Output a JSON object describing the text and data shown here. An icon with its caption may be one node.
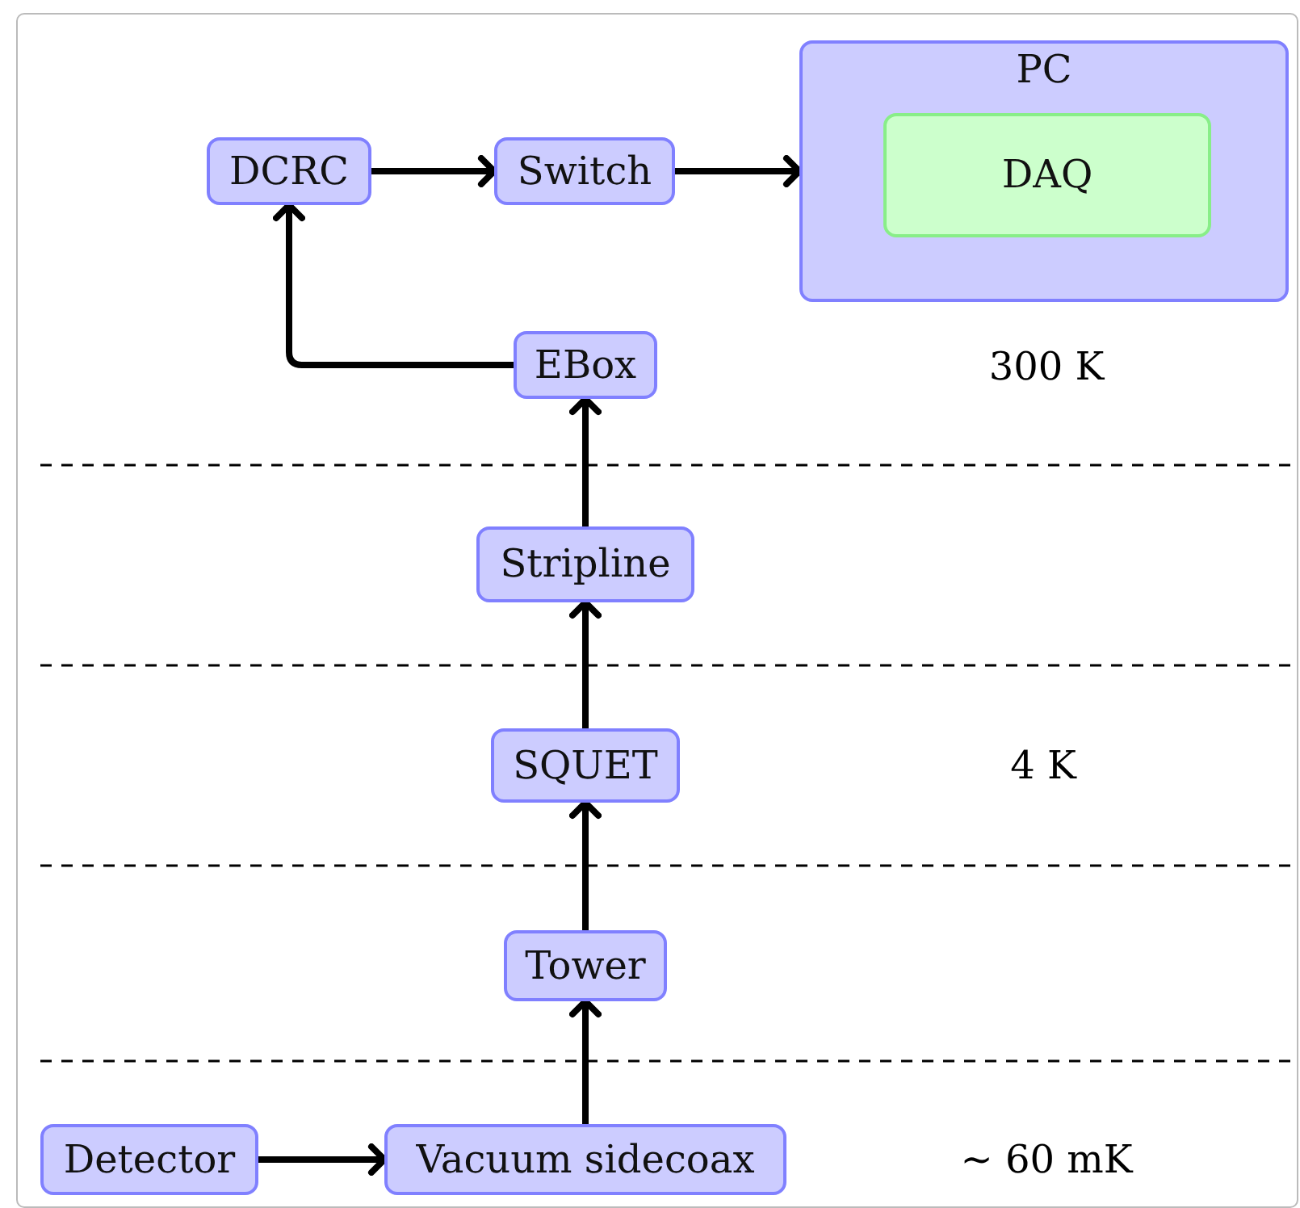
{
  "diagram": {
    "nodes": [
      {
        "text": [
          "DCRC"
        ]
      },
      {
        "text": [
          "Switch"
        ]
      },
      {
        "text": [
          "PC"
        ]
      },
      {
        "text": [
          "DAQ"
        ],
        "in": 2
      },
      {
        "text": [
          "EBox"
        ]
      },
      {
        "text": [
          "Stripline"
        ]
      },
      {
        "text": [
          "SQUET"
        ]
      },
      {
        "text": [
          "Tower"
        ]
      },
      {
        "text": [
          "Detector"
        ]
      },
      {
        "text": [
          "Vacuum sidecoax"
        ]
      }
    ],
    "edges": [
      {
        "from": 8,
        "to": 9,
        "arrow": "to"
      },
      {
        "from": 9,
        "to": 7,
        "arrow": "to"
      },
      {
        "from": 7,
        "to": 6,
        "arrow": "to"
      },
      {
        "from": 6,
        "to": 5,
        "arrow": "to"
      },
      {
        "from": 5,
        "to": 4,
        "arrow": "to"
      },
      {
        "from": 4,
        "to": 0,
        "arrow": "to"
      },
      {
        "from": 0,
        "to": 1,
        "arrow": "to"
      },
      {
        "from": 1,
        "to": 2,
        "arrow": "to"
      }
    ],
    "labels": [
      "300 K",
      "4 K",
      "∼ 60 mK"
    ]
  }
}
